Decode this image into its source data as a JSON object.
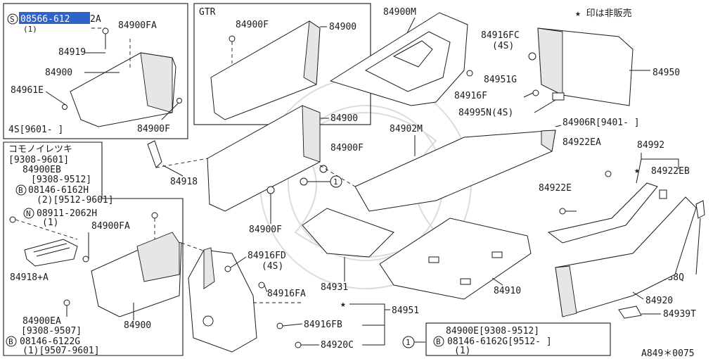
{
  "boxes": {
    "top_left": {
      "part_number_highlighted": "08566-612",
      "part_number_rest": "2A",
      "qty": "(1)",
      "labels": [
        "84900FA",
        "84919",
        "84900",
        "84961E",
        "84900F"
      ],
      "footnote": "4S[9601-     ]"
    },
    "gtr": {
      "title": "GTR",
      "labels": [
        "84900F",
        "84900"
      ]
    },
    "left_lower": {
      "title": "コモノイレツキ",
      "date_range": "[9308-9601]",
      "labels": [
        "84900EB",
        "84918+A",
        "84900FA",
        "84900EA",
        "84900"
      ],
      "sub_84900EB": "[9308-9512]",
      "b_part_1": "08146-6162H",
      "b_part_1_qty": "(2)[9512-9601]",
      "n_part": "08911-2062H",
      "n_part_qty": "(1)",
      "sub_84900EA": "[9308-9507]",
      "b_part_2": "08146-6122G",
      "b_part_2_qty": "(1)[9507-9601]"
    },
    "legend_note": {
      "line1": "84900E[9308-9512]",
      "line2_part": "08146-6162G[9512-     ]",
      "line2_qty": "(1)"
    }
  },
  "callouts": {
    "c_84900M": "84900M",
    "c_star_note": "★ 印は非販売",
    "c_84916FC": "84916FC",
    "c_4S_a": "(4S)",
    "c_84951G": "84951G",
    "c_84950": "84950",
    "c_84916F": "84916F",
    "c_84995N": "84995N(4S)",
    "c_84906R": "84906R[9401-      ]",
    "c_84900_mid": "84900",
    "c_84902M": "84902M",
    "c_84900F_mid": "84900F",
    "c_84918": "84918",
    "c_84900F_low": "84900F",
    "c_84922EA": "84922EA",
    "c_84992": "84992",
    "c_84922EB": "84922EB",
    "c_84922E": "84922E",
    "c_84916FD": "84916FD",
    "c_4S_b": "(4S)",
    "c_84916FA": "84916FA",
    "c_84931": "84931",
    "c_84910": "84910",
    "c_84938Q": "84938Q",
    "c_84920": "84920",
    "c_84939T": "84939T",
    "c_84951": "84951",
    "c_84916FB": "84916FB",
    "c_84920C": "84920C",
    "ref_code": "A849＊0075"
  },
  "symbols": {
    "circle_s": "S",
    "circle_b": "B",
    "circle_n": "N",
    "circle_1": "1",
    "star": "★"
  }
}
